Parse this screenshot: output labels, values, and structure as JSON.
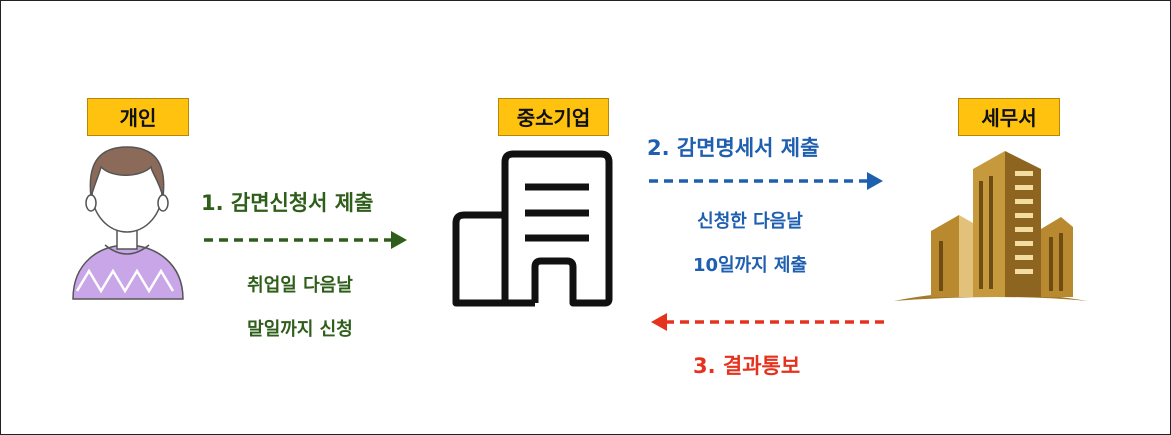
{
  "nodes": {
    "person": {
      "label": "개인"
    },
    "company": {
      "label": "중소기업"
    },
    "tax_office": {
      "label": "세무서"
    }
  },
  "steps": [
    {
      "title": "1. 감면신청서 제출",
      "note_line1": "취업일 다음날",
      "note_line2": "말일까지 신청",
      "color": "#2E5E1A"
    },
    {
      "title": "2. 감면명세서 제출",
      "note_line1": "신청한 다음날",
      "note_line2": "10일까지 제출",
      "color": "#1F5FB0"
    },
    {
      "title": "3. 결과통보",
      "color": "#E5321E"
    }
  ],
  "colors": {
    "badge": "#FFC20E",
    "sweater": "#C9A6E8",
    "hair": "#8B6A5A",
    "building_gold": "#C69A3C"
  },
  "icons": [
    "person-icon",
    "office-building-icon",
    "skyscraper-icon"
  ]
}
